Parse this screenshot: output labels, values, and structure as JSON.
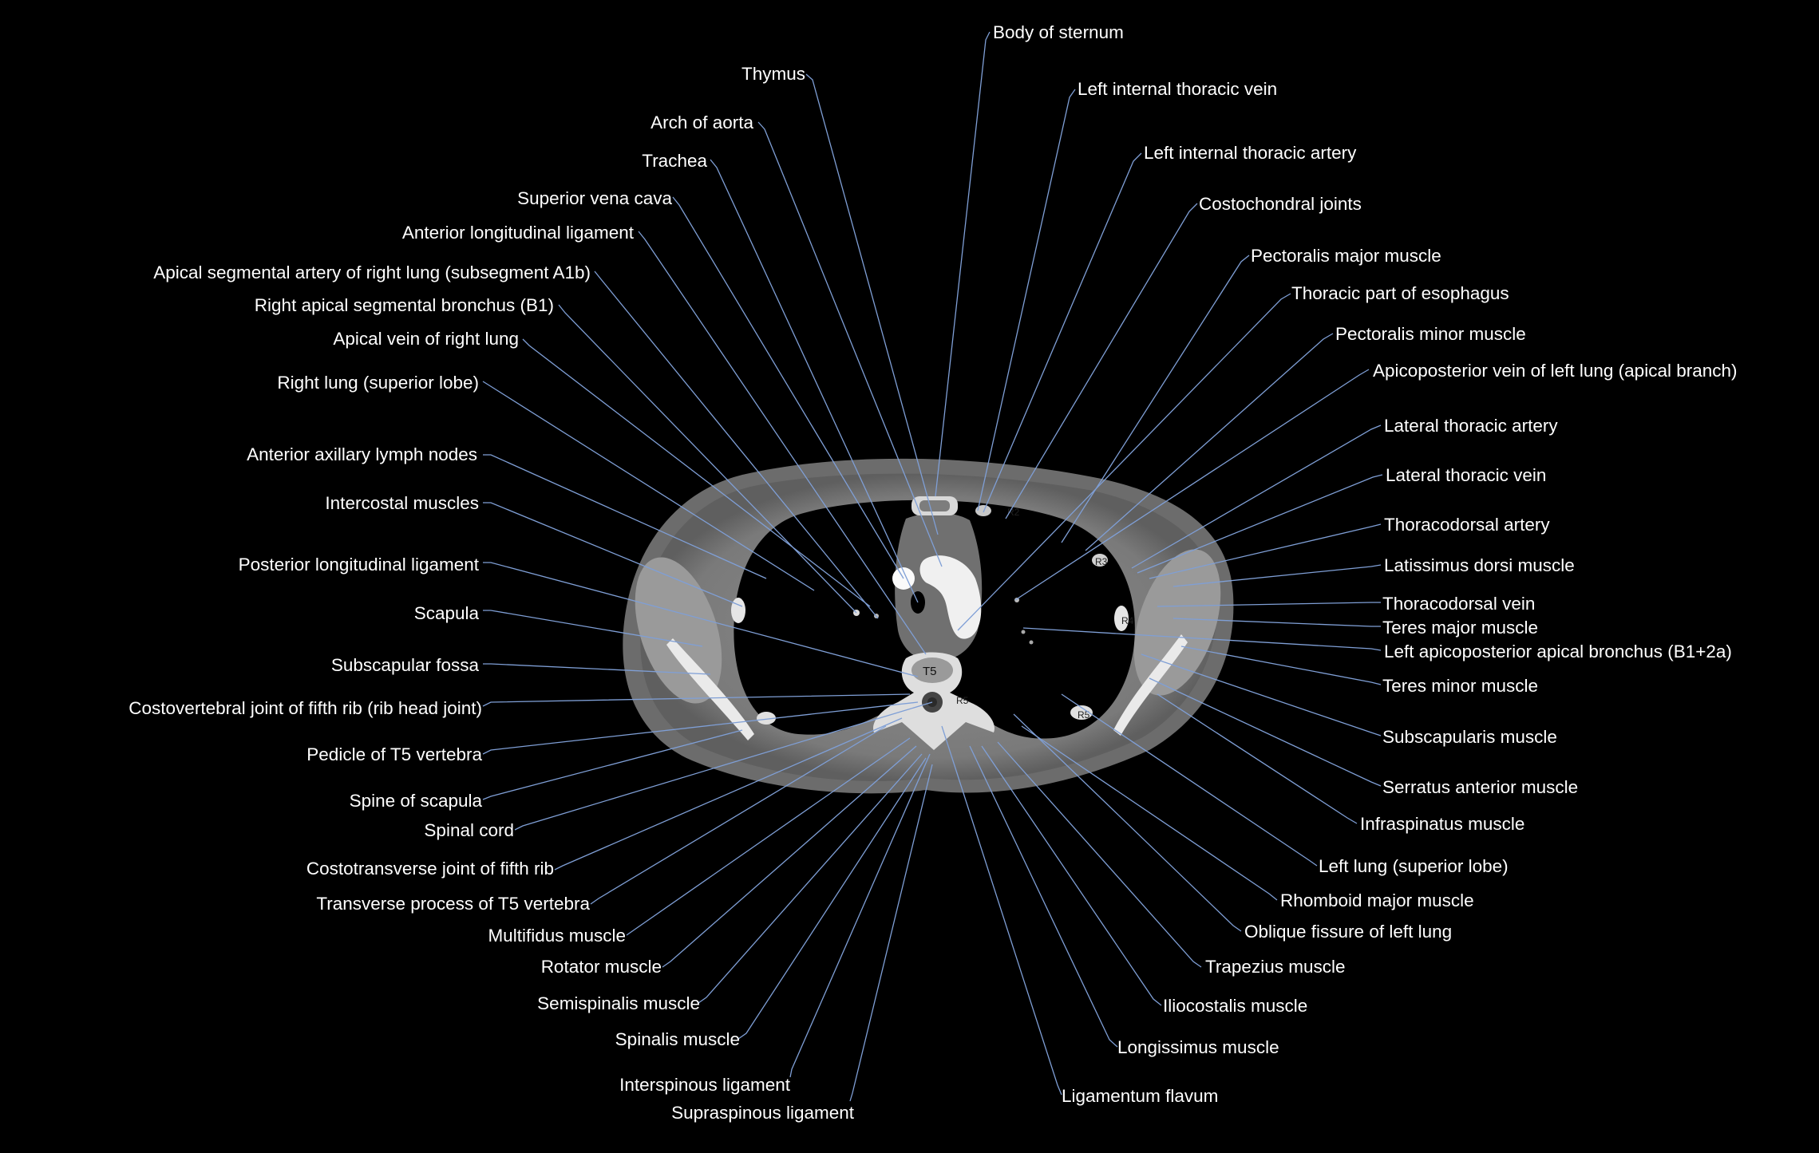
{
  "figure": {
    "vertebra_label": "T5",
    "rib_labels": [
      "R2",
      "R3",
      "R4",
      "R5",
      "R5"
    ]
  },
  "labels_left": [
    "Thymus",
    "Arch of aorta",
    "Trachea",
    "Superior vena cava",
    "Anterior longitudinal ligament",
    "Apical segmental artery of right lung (subsegment A1b)",
    "Right apical segmental bronchus (B1)",
    "Apical vein of right lung",
    "Right lung (superior lobe)",
    "Anterior axillary lymph nodes",
    "Intercostal muscles",
    "Posterior longitudinal ligament",
    "Scapula",
    "Subscapular fossa",
    "Costovertebral joint of fifth rib (rib head joint)",
    "Pedicle of T5 vertebra",
    "Spine of scapula",
    "Spinal cord",
    "Costotransverse joint of fifth rib",
    "Transverse process of T5 vertebra",
    "Multifidus muscle",
    "Rotator muscle",
    "Semispinalis muscle",
    "Spinalis muscle",
    "Interspinous ligament",
    "Supraspinous ligament"
  ],
  "labels_right": [
    "Body of sternum",
    "Left internal thoracic vein",
    "Left internal thoracic artery",
    "Costochondral joints",
    "Pectoralis major muscle",
    "Thoracic part of esophagus",
    "Pectoralis minor muscle",
    "Apicoposterior vein of left lung (apical branch)",
    "Lateral thoracic artery",
    "Lateral thoracic vein",
    "Thoracodorsal artery",
    "Latissimus dorsi muscle",
    "Thoracodorsal vein",
    "Teres major muscle",
    "Left apicoposterior apical bronchus (B1+2a)",
    "Teres minor muscle",
    "Subscapularis muscle",
    "Serratus anterior muscle",
    "Infraspinatus muscle",
    "Left lung (superior lobe)",
    "Rhomboid major muscle",
    "Oblique fissure of left lung",
    "Trapezius muscle",
    "Iliocostalis muscle",
    "Longissimus muscle",
    "Ligamentum flavum"
  ]
}
